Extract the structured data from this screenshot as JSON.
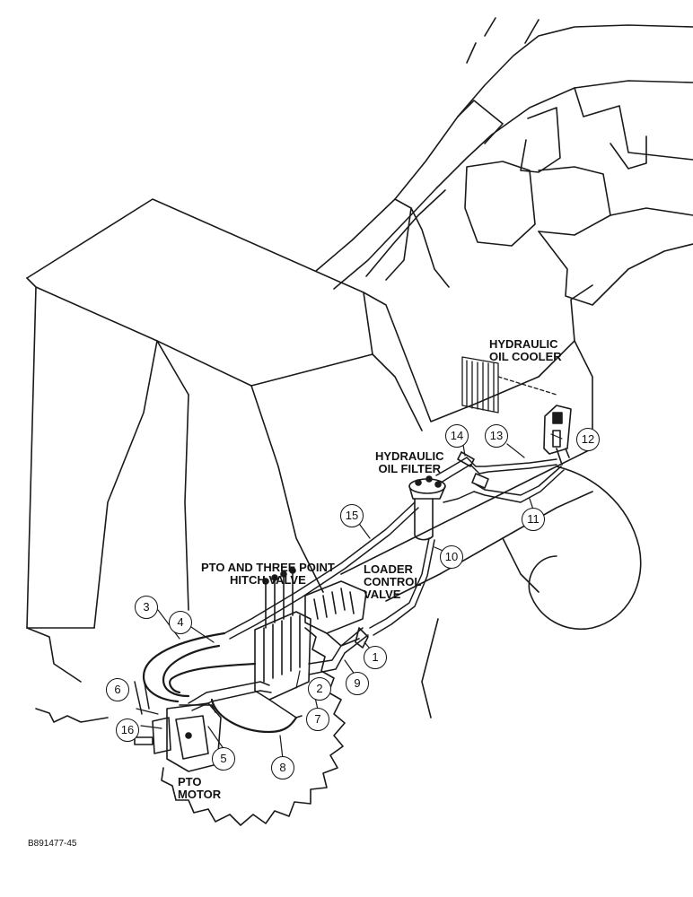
{
  "labels": {
    "oil_cooler": "HYDRAULIC\nOIL COOLER",
    "oil_filter": "HYDRAULIC\nOIL FILTER",
    "pto_hitch_valve": "PTO AND THREE POINT\nHITCH VALVE",
    "loader_valve": "LOADER\nCONTROL\nVALVE",
    "pto_motor": "PTO\nMOTOR"
  },
  "callouts": {
    "c1": "1",
    "c2": "2",
    "c3": "3",
    "c4": "4",
    "c5": "5",
    "c6": "6",
    "c7": "7",
    "c8": "8",
    "c9": "9",
    "c10": "10",
    "c11": "11",
    "c12": "12",
    "c13": "13",
    "c14": "14",
    "c15": "15",
    "c16": "16"
  },
  "figure_id": "B891477-45"
}
